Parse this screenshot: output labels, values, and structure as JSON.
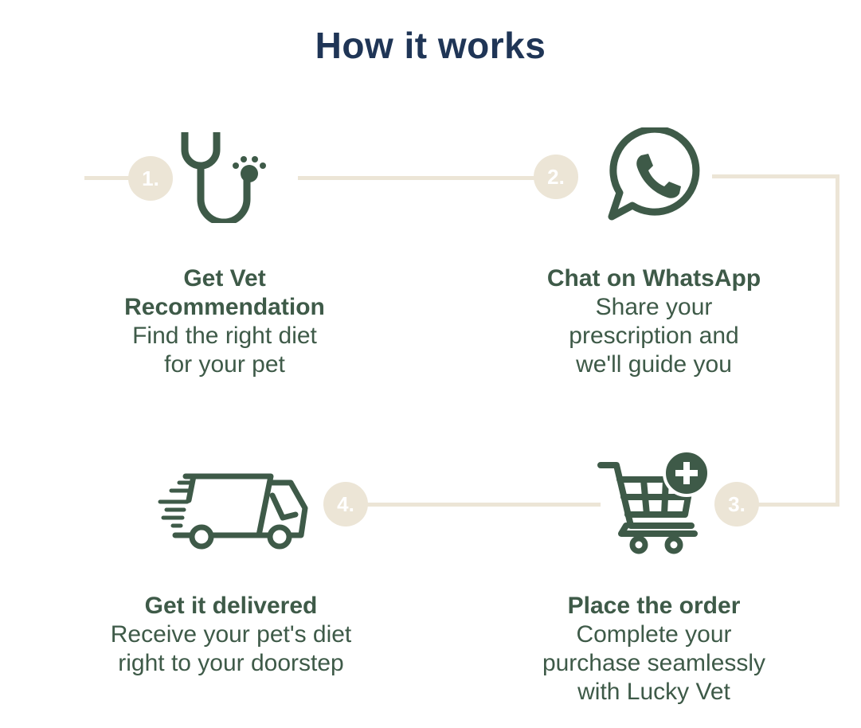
{
  "title": "How it works",
  "colors": {
    "title": "#1f3556",
    "primary": "#3e5a48",
    "accent": "#ece5d6",
    "background": "#ffffff"
  },
  "steps": [
    {
      "number": "1.",
      "icon": "stethoscope-paw-icon",
      "title": "Get Vet Recommendation",
      "title_lines": [
        "Get Vet",
        "Recommendation"
      ],
      "description_lines": [
        "Find the right diet",
        "for your pet"
      ]
    },
    {
      "number": "2.",
      "icon": "whatsapp-icon",
      "title": "Chat on WhatsApp",
      "title_lines": [
        "Chat on WhatsApp"
      ],
      "description_lines": [
        "Share your",
        "prescription and",
        "we'll guide you"
      ]
    },
    {
      "number": "3.",
      "icon": "shopping-cart-plus-icon",
      "title": "Place the order",
      "title_lines": [
        "Place the order"
      ],
      "description_lines": [
        "Complete your",
        "purchase seamlessly",
        "with Lucky Vet"
      ]
    },
    {
      "number": "4.",
      "icon": "delivery-truck-icon",
      "title": "Get it delivered",
      "title_lines": [
        "Get it delivered"
      ],
      "description_lines": [
        "Receive your pet's diet",
        "right to your doorstep"
      ]
    }
  ]
}
